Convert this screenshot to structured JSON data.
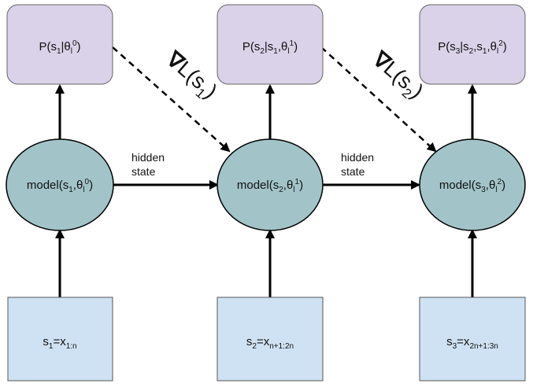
{
  "colors": {
    "output_fill": "#d9d2e9",
    "model_fill": "#a2c4c9",
    "input_fill": "#cfe2f3",
    "stroke": "#000000"
  },
  "columns": [
    {
      "output": {
        "pre": "P(s",
        "s_sub": "1",
        "mid": "|θ",
        "t_sub": "l",
        "t_sup": "0",
        "post": ")"
      },
      "model": {
        "pre": "model(s",
        "s_sub": "1",
        "mid": ",θ",
        "t_sub": "l",
        "t_sup": "0",
        "post": ")"
      },
      "input": {
        "pre": "s",
        "s_sub": "1",
        "mid": "=x",
        "x_sub": "1:n"
      }
    },
    {
      "output": {
        "pre": "P(s",
        "s_sub": "2",
        "mid": "|s",
        "s2_sub": "1",
        "mid2": ",θ",
        "t_sub": "l",
        "t_sup": "1",
        "post": ")"
      },
      "model": {
        "pre": "model(s",
        "s_sub": "2",
        "mid": ",θ",
        "t_sub": "l",
        "t_sup": "1",
        "post": ")"
      },
      "input": {
        "pre": "s",
        "s_sub": "2",
        "mid": "=x",
        "x_sub": "n+1:2n"
      }
    },
    {
      "output": {
        "pre": "P(s",
        "s_sub": "3",
        "mid": "|s",
        "s2_sub": "2",
        "mid2": ",s",
        "s3_sub": "1",
        "mid3": ",θ",
        "t_sub": "l",
        "t_sup": "2",
        "post": ")"
      },
      "model": {
        "pre": "model(s",
        "s_sub": "3",
        "mid": ",θ",
        "t_sub": "l",
        "t_sup": "2",
        "post": ")"
      },
      "input": {
        "pre": "s",
        "s_sub": "3",
        "mid": "=x",
        "x_sub": "2n+1:3n"
      }
    }
  ],
  "edges": [
    {
      "line1": "hidden",
      "line2": "state"
    },
    {
      "line1": "hidden",
      "line2": "state"
    }
  ],
  "gradients": [
    {
      "nabla": "∇",
      "pre": "L(s",
      "sub": "1",
      "post": ")"
    },
    {
      "nabla": "∇",
      "pre": "L(s",
      "sub": "2",
      "post": ")"
    }
  ]
}
